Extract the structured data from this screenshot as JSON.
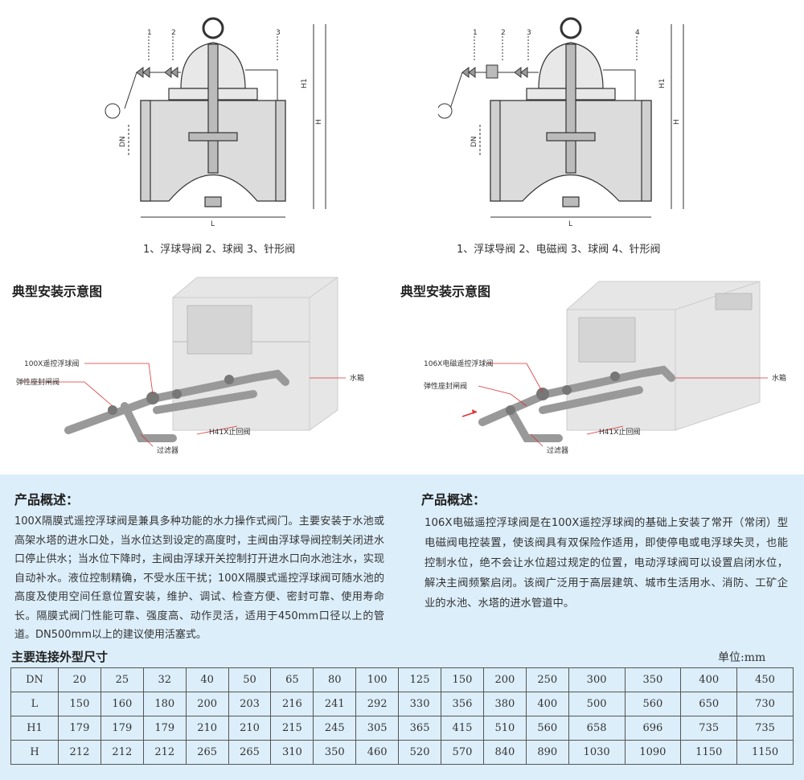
{
  "diagram_left": {
    "caption": "1、浮球导阀 2、球阀 3、针形阀",
    "parts": [
      "1",
      "2",
      "3"
    ],
    "dims": {
      "h1": "H1",
      "h": "H",
      "dn": "DN",
      "l": "L"
    }
  },
  "diagram_right": {
    "caption": "1、浮球导阀 2、电磁阀 3、球阀 4、针形阀",
    "parts": [
      "1",
      "2",
      "3",
      "4"
    ],
    "dims": {
      "h1": "H1",
      "h": "H",
      "dn": "DN",
      "l": "L"
    }
  },
  "install_left": {
    "title": "典型安装示意图",
    "labels": {
      "float_valve": "100X遥控浮球阀",
      "seat_valve": "弹性座封闸阀",
      "tank": "水箱",
      "check_valve": "H41X止回阀",
      "filter": "过滤器"
    }
  },
  "install_right": {
    "title": "典型安装示意图",
    "labels": {
      "float_valve": "106X电磁遥控浮球阀",
      "seat_valve": "弹性座封闸阀",
      "tank": "水箱",
      "check_valve": "H41X止回阀",
      "filter": "过滤器"
    }
  },
  "overview_left": {
    "title": "产品概述：",
    "text": "100X隔膜式遥控浮球阀是兼具多种功能的水力操作式阀门。主要安装于水池或高架水塔的进水口处，当水位达到设定的高度时，主阀由浮球导阀控制关闭进水口停止供水；当水位下降时，主阀由浮球开关控制打开进水口向水池注水，实现自动补水。液位控制精确，不受水压干扰；100X隔膜式遥控浮球阀可随水池的高度及使用空间任意位置安装，维护、调试、检查方便、密封可靠、使用寿命长。隔膜式阀门性能可靠、强度高、动作灵活，适用于450mm口径以上的管道。DN500mm以上的建议使用活塞式。"
  },
  "overview_right": {
    "title": "产品概述：",
    "text": "106X电磁遥控浮球阀是在100X遥控浮球阀的基础上安装了常开（常闭）型电磁阀电控装置，使该阀具有双保险作适用，即使停电或电浮球失灵，也能控制水位，绝不会让水位超过规定的位置，电动浮球阀可以设置启闭水位，解决主阀频繁启闭。该阀广泛用于高层建筑、城市生活用水、消防、工矿企业的水池、水塔的进水管道中。"
  },
  "dimensions": {
    "title": "主要连接外型尺寸",
    "unit": "单位:mm",
    "rows": [
      {
        "label": "DN",
        "values": [
          "20",
          "25",
          "32",
          "40",
          "50",
          "65",
          "80",
          "100",
          "125",
          "150",
          "200",
          "250",
          "300",
          "350",
          "400",
          "450"
        ]
      },
      {
        "label": "L",
        "values": [
          "150",
          "160",
          "180",
          "200",
          "203",
          "216",
          "241",
          "292",
          "330",
          "356",
          "380",
          "400",
          "500",
          "560",
          "650",
          "730"
        ]
      },
      {
        "label": "H1",
        "values": [
          "179",
          "179",
          "179",
          "210",
          "210",
          "215",
          "245",
          "305",
          "365",
          "415",
          "510",
          "560",
          "658",
          "696",
          "735",
          "735"
        ]
      },
      {
        "label": "H",
        "values": [
          "212",
          "212",
          "212",
          "265",
          "265",
          "310",
          "350",
          "460",
          "520",
          "570",
          "840",
          "890",
          "1030",
          "1090",
          "1150",
          "1150"
        ]
      }
    ]
  }
}
